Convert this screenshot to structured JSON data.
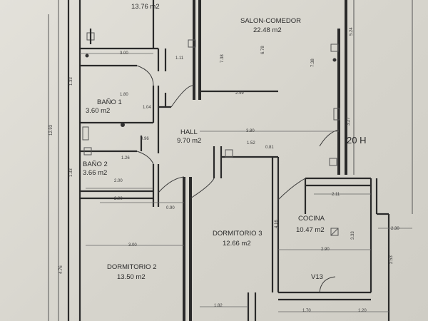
{
  "rooms": {
    "top_left_area": "13.76 m2",
    "salon_name": "SALON-COMEDOR",
    "salon_area": "22.48 m2",
    "bano1_name": "BAÑO 1",
    "bano1_area": "3.60 m2",
    "hall_name": "HALL",
    "hall_area": "9.70 m2",
    "bano2_name": "BAÑO 2",
    "bano2_area": "3.66 m2",
    "cocina_name": "COCINA",
    "cocina_area": "10.47 m2",
    "dorm3_name": "DORMITORIO 3",
    "dorm3_area": "12.66 m2",
    "dorm2_name": "DORMITORIO 2",
    "dorm2_area": "13.50 m2",
    "v13": "V13",
    "label_20h": "20 H"
  },
  "dimensions": {
    "d_300_top": "3.00",
    "d_111": "1.11",
    "d_738a": "7.38",
    "d_678": "6.78",
    "d_738b": "7.38",
    "d_524": "5.24",
    "d_133a": "1.33",
    "d_180": "1.80",
    "d_104": "1.04",
    "d_249": "2.49",
    "d_1293": "12.93",
    "d_380": "3.80",
    "d_327": "3.27",
    "d_096": "0.96",
    "d_152": "1.52",
    "d_081": "0.81",
    "d_126": "1.26",
    "d_133b": "1.33",
    "d_200a": "2.00",
    "d_211": "2.11",
    "d_200b": "2.00",
    "d_090": "0.90",
    "d_416": "4.16",
    "d_230": "2.30",
    "d_333": "3.33",
    "d_300_dorm": "3.00",
    "d_290": "2.90",
    "d_253": "2.53",
    "d_476": "4.76",
    "d_182": "1.82",
    "d_170": "1.70",
    "d_120": "1.20"
  }
}
